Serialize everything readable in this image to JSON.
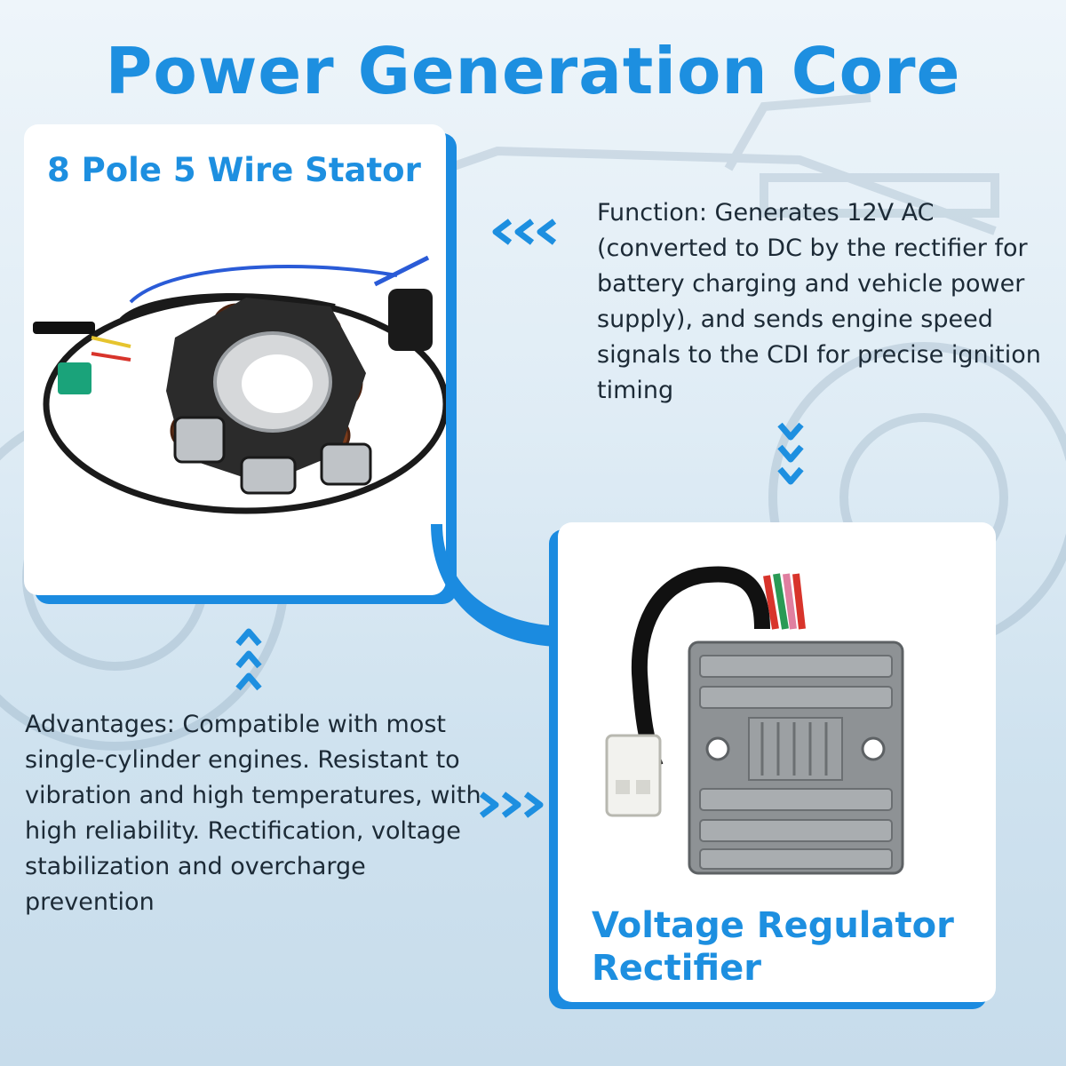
{
  "title": "Power Generation Core",
  "stator": {
    "name": "8 Pole 5 Wire Stator"
  },
  "regulator": {
    "name": "Voltage Regulator Rectifier"
  },
  "function_text": "Function: Generates 12V AC (converted to DC by the rectifier for battery charging and vehicle power supply), and sends engine speed signals to the CDI for precise ignition timing",
  "advantages_text": "Advantages: Compatible with most single-cylinder engines. Resistant to vibration and high temperatures, with high reliability. Rectification, voltage stabilization and overcharge prevention",
  "colors": {
    "accent": "#1d8fe0",
    "card": "#ffffff",
    "text": "#1c2a36"
  }
}
